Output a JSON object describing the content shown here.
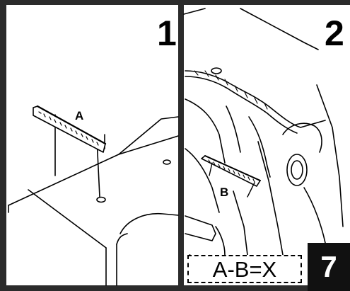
{
  "panels": [
    {
      "number": "1",
      "ruler_label": "A"
    },
    {
      "number": "2",
      "ruler_label": "B"
    }
  ],
  "formula": "A-B=X",
  "step_number": "7",
  "colors": {
    "ink": "#000000",
    "frame": "#2b2b2b",
    "badge": "#111111",
    "paper": "#ffffff"
  }
}
